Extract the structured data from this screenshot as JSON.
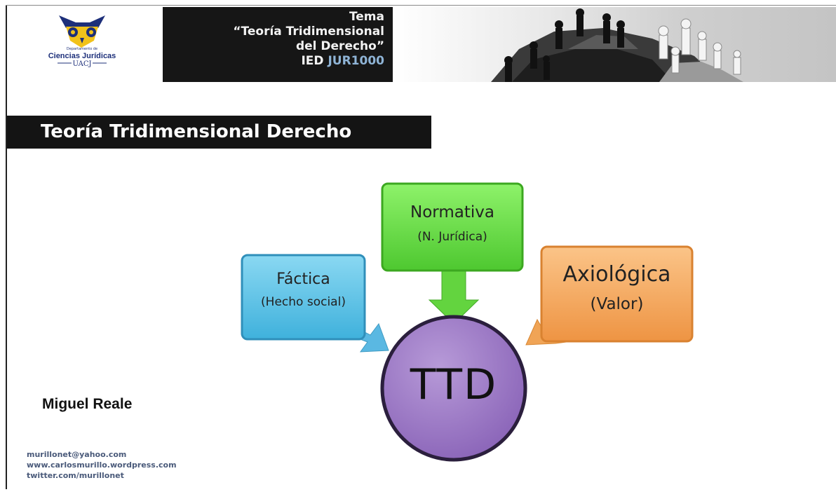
{
  "header": {
    "logo": {
      "line1": "Departamento de",
      "line2": "Ciencias Jurídicas",
      "line3": "UACJ"
    },
    "label": "Tema",
    "topic_line1": "“Teoría Tridimensional",
    "topic_line2": "del Derecho”",
    "course_prefix": "IED",
    "course_code": "JUR1000"
  },
  "slide_title": "Teoría Tridimensional Derecho",
  "diagram": {
    "center": "TTD",
    "factica": {
      "title": "Fáctica",
      "subtitle": "(Hecho social)"
    },
    "normativa": {
      "title": "Normativa",
      "subtitle": "(N. Jurídica)"
    },
    "axiologica": {
      "title": "Axiológica",
      "subtitle": "(Valor)"
    }
  },
  "author": "Miguel Reale",
  "contact": {
    "email": "murillonet@yahoo.com",
    "web": "www.carlosmurillo.wordpress.com",
    "twitter": "twitter.com/murillonet"
  },
  "colors": {
    "factica": "#5cc4e6",
    "normativa": "#6ad84a",
    "axiologica": "#f4a860",
    "center": "#9a78c2",
    "header_band": "#161616",
    "course_code": "#8fb4d6"
  }
}
